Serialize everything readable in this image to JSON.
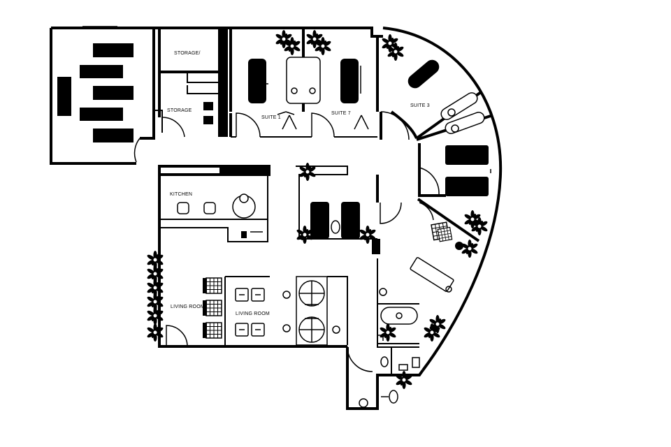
{
  "rooms": {
    "storage_upper": "STORAGE/",
    "storage_lower": "STORAGE",
    "suite_1": "SUITE 1",
    "suite_7": "SUITE 7",
    "suite_3": "SUITE 3",
    "kitchen": "KITCHEN",
    "living_room_left": "LIVING ROOM",
    "living_room_right": "LIVING ROOM"
  },
  "colors": {
    "wall": "#000000",
    "background": "#ffffff"
  },
  "icons": [
    "plant-icon",
    "bed-icon",
    "sofa-icon",
    "chair-icon",
    "shower-icon",
    "bathtub-icon",
    "toilet-icon",
    "sink-icon",
    "door-swing-icon"
  ]
}
